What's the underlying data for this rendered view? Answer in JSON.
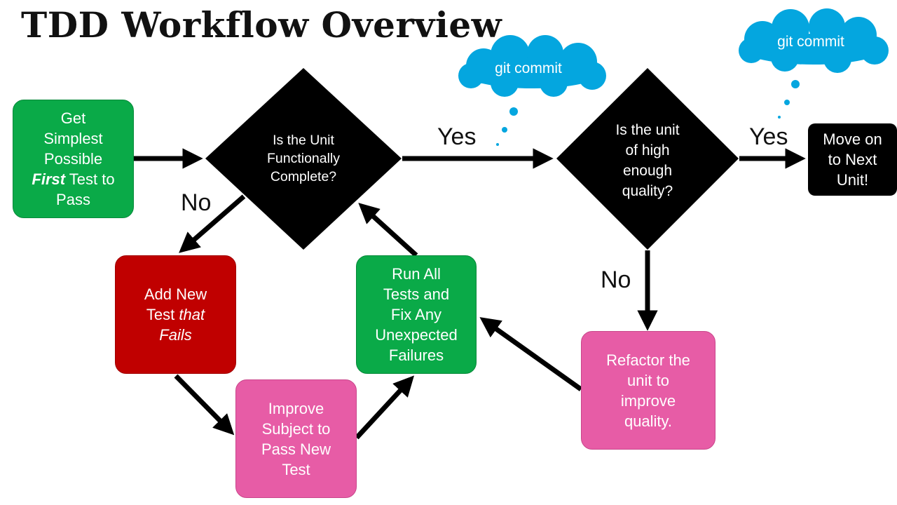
{
  "title": "TDD Workflow Overview",
  "clouds": [
    "git commit",
    "git commit"
  ],
  "start": {
    "lines": [
      "Get",
      "Simplest",
      "Possible"
    ],
    "emph": "First",
    "emph_tail": " Test to",
    "last": "Pass"
  },
  "decision1": [
    "Is the Unit",
    "Functionally",
    "Complete?"
  ],
  "decision2": [
    "Is the unit",
    "of high",
    "enough",
    "quality?"
  ],
  "add_test": {
    "line1": "Add New",
    "line2a": "Test ",
    "line2b": "that",
    "line3": "Fails"
  },
  "improve": [
    "Improve",
    "Subject to",
    "Pass New",
    "Test"
  ],
  "run_all": [
    "Run All",
    "Tests and",
    "Fix Any",
    "Unexpected",
    "Failures"
  ],
  "refactor": [
    "Refactor the",
    "unit to",
    "improve",
    "quality."
  ],
  "move_on": [
    "Move on",
    "to Next",
    "Unit!"
  ],
  "labels": {
    "yes1": "Yes",
    "yes2": "Yes",
    "no1": "No",
    "no2": "No"
  },
  "colors": {
    "green": "#0aaa48",
    "red": "#c00000",
    "pink": "#e75ca6",
    "black": "#000000",
    "cloud": "#04a6df"
  }
}
